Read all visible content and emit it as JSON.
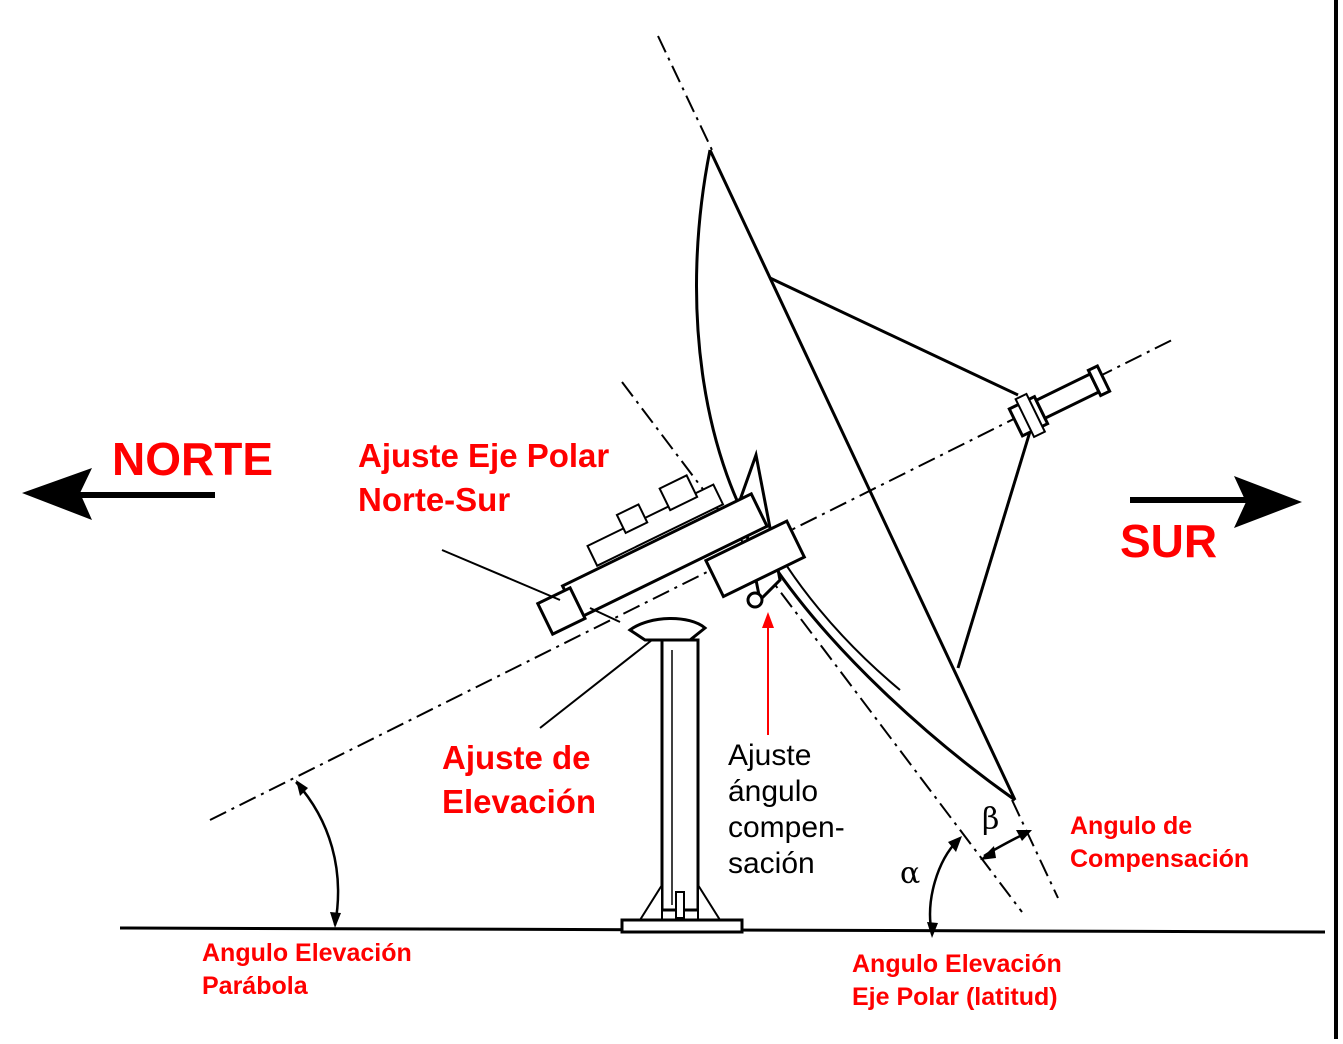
{
  "labels": {
    "north": "NORTE",
    "south": "SUR",
    "polar_adjust_line1": "Ajuste Eje Polar",
    "polar_adjust_line2": "Norte-Sur",
    "elevation_adjust_line1": "Ajuste de",
    "elevation_adjust_line2": "Elevación",
    "comp_adjust_line1": "Ajuste",
    "comp_adjust_line2": "ángulo",
    "comp_adjust_line3": "compen-",
    "comp_adjust_line4": "sación",
    "comp_angle_line1": "Angulo de",
    "comp_angle_line2": "Compensación",
    "dish_elev_line1": "Angulo Elevación",
    "dish_elev_line2": "Parábola",
    "polar_elev_line1": "Angulo Elevación",
    "polar_elev_line2": "Eje Polar (latitud)",
    "alpha": "α",
    "beta": "β"
  },
  "colors": {
    "annotation": "#ff0000",
    "drawing": "#000000",
    "background": "#ffffff"
  }
}
